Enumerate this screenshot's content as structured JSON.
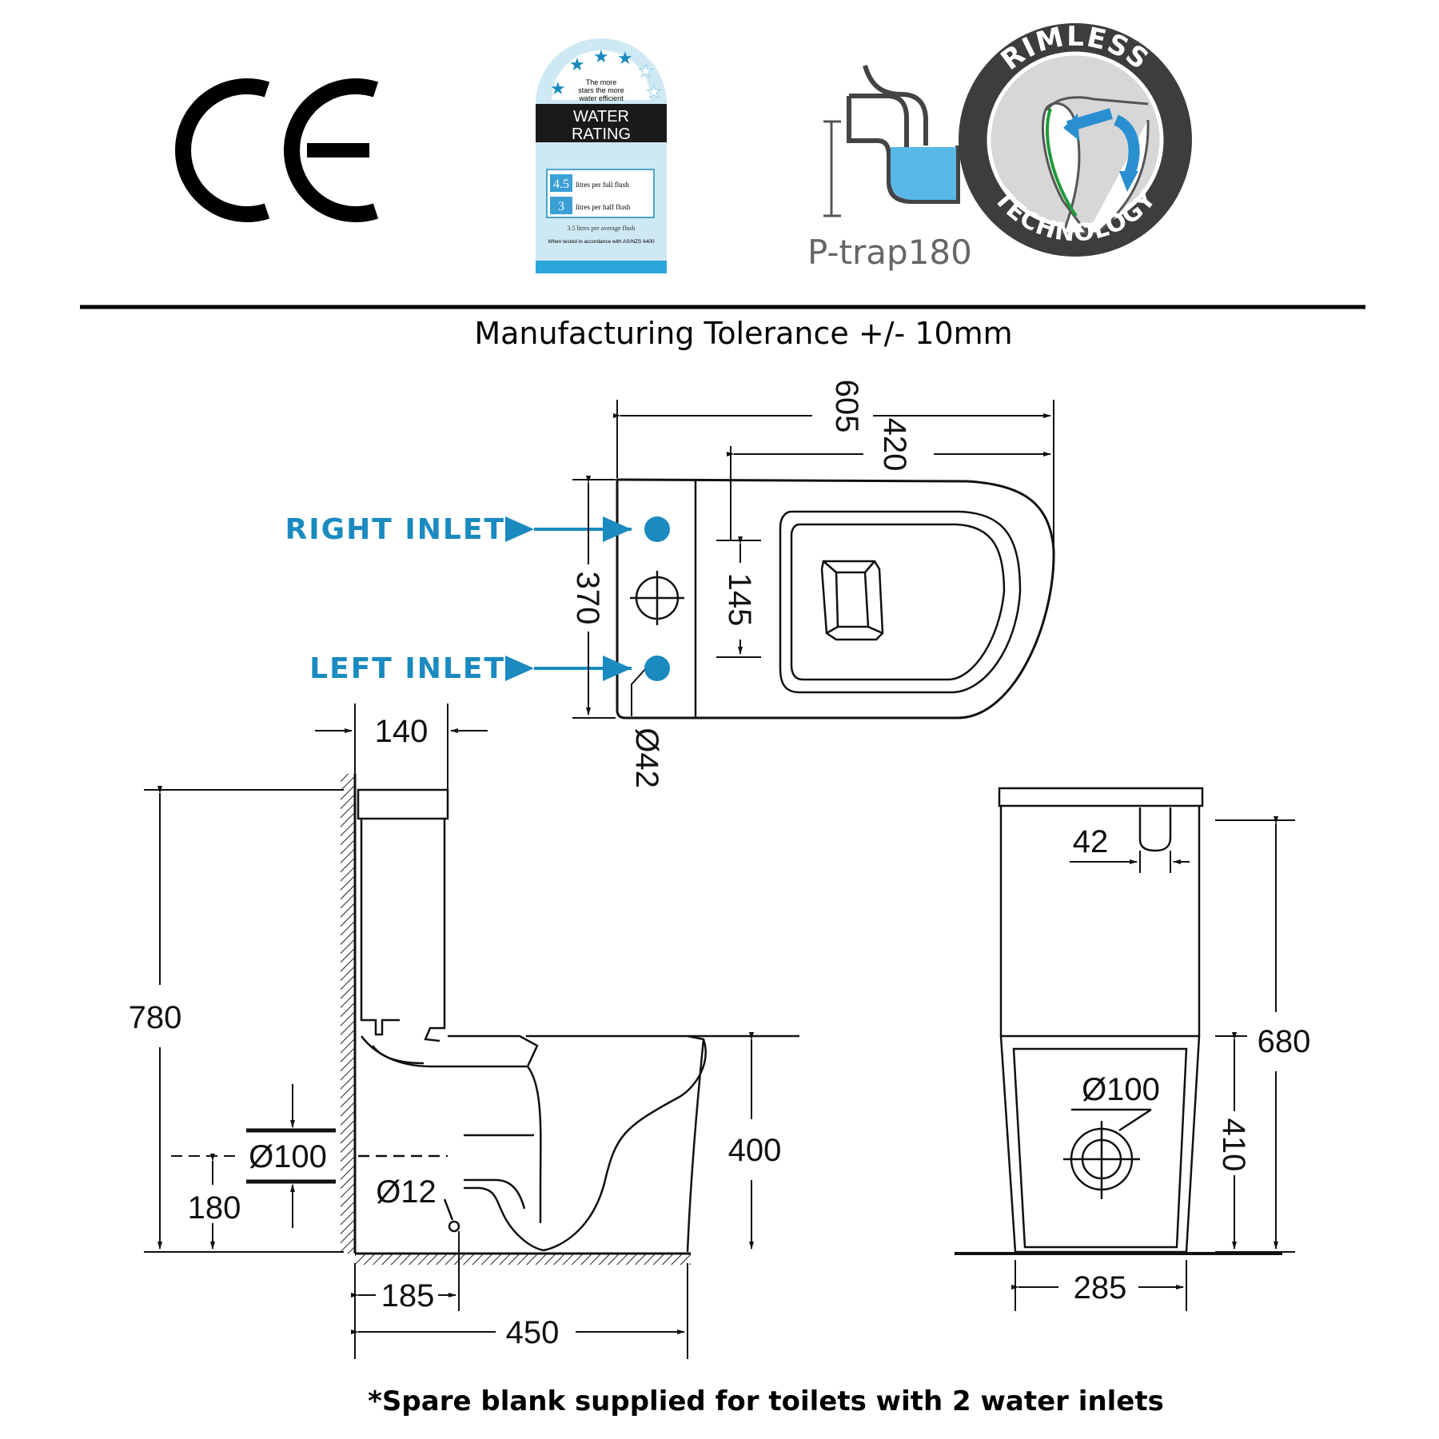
{
  "badges": {
    "ce": "CE",
    "water_rating": {
      "stars_caption": [
        "The more",
        "stars the more",
        "water efficient"
      ],
      "title_line1": "WATER",
      "title_line2": "RATING",
      "full_value": "4.5",
      "full_label": "litres per full flush",
      "half_value": "3",
      "half_label": "litres per half flush",
      "average": "3.5 litres per average flush",
      "standard": "When tested in accordance with AS/NZS 6400"
    },
    "ptrap": "P-trap180",
    "rimless_top": "RIMLESS",
    "rimless_bottom": "TECHNOLOGY"
  },
  "tolerance": "Manufacturing Tolerance +/- 10mm",
  "plan_view": {
    "right_inlet": "RIGHT INLET",
    "left_inlet": "LEFT INLET",
    "dim_605": "605",
    "dim_420": "420",
    "dim_370": "370",
    "dim_145": "145",
    "dim_42": "Ø42"
  },
  "side_view": {
    "dim_140": "140",
    "dim_780": "780",
    "dim_100": "Ø100",
    "dim_180": "180",
    "dim_12": "Ø12",
    "dim_400": "400",
    "dim_185": "185",
    "dim_450": "450"
  },
  "front_view": {
    "dim_42": "42",
    "dim_680": "680",
    "dim_100": "Ø100",
    "dim_410": "410",
    "dim_285": "285"
  },
  "footnote": "*Spare blank supplied for toilets with 2 water inlets",
  "colors": {
    "accent_blue": "#1a8ac0",
    "water_blue": "#58b8e8",
    "dark_grey": "#3d3d3d"
  }
}
